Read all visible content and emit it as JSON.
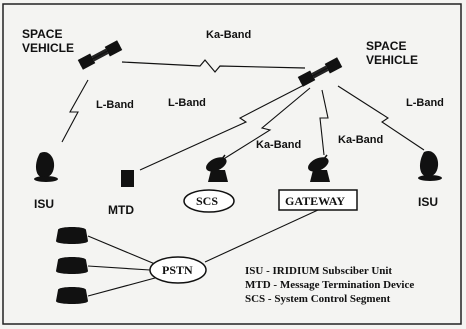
{
  "labels": {
    "space_vehicle_left": [
      "SPACE",
      "VEHICLE"
    ],
    "space_vehicle_right": [
      "SPACE",
      "VEHICLE"
    ],
    "ka_band_top": "Ka-Band",
    "l_band_left": "L-Band",
    "l_band_mid": "L-Band",
    "l_band_right": "L-Band",
    "ka_band_scs": "Ka-Band",
    "ka_band_gateway": "Ka-Band",
    "isu_left": "ISU",
    "mtd": "MTD",
    "scs": "SCS",
    "gateway": "GATEWAY",
    "isu_right": "ISU",
    "pstn": "PSTN"
  },
  "legend": [
    "ISU - IRIDIUM Subsciber Unit",
    "MTD - Message Termination Device",
    "SCS - System Control Segment"
  ]
}
